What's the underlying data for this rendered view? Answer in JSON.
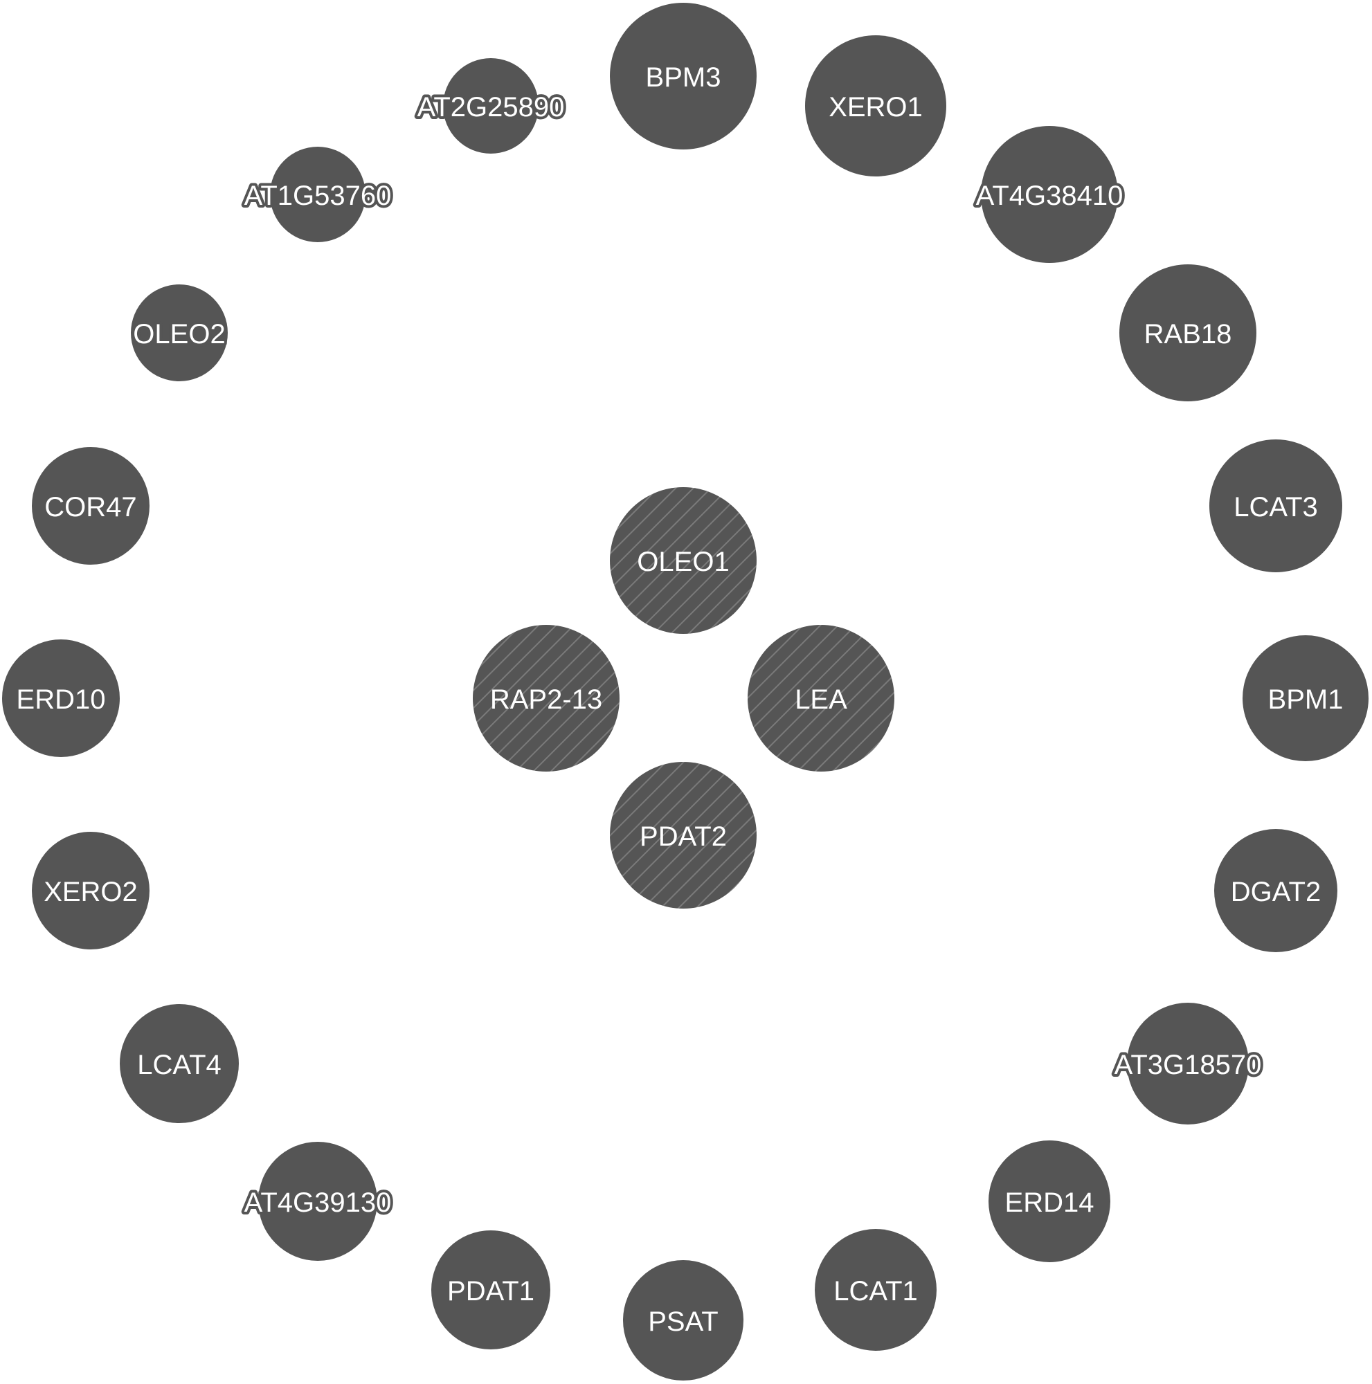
{
  "colors": {
    "node_fill": "#555555",
    "hatch_stroke": "#7a7a7a",
    "label": "#ffffff",
    "background": "#ffffff"
  },
  "center_nodes": [
    {
      "id": "OLEO1",
      "label": "OLEO1",
      "style": "hatched"
    },
    {
      "id": "RAP2-13",
      "label": "RAP2-13",
      "style": "hatched"
    },
    {
      "id": "LEA",
      "label": "LEA",
      "style": "hatched"
    },
    {
      "id": "PDAT2",
      "label": "PDAT2",
      "style": "hatched"
    }
  ],
  "ring_nodes": [
    {
      "id": "BPM3",
      "label": "BPM3"
    },
    {
      "id": "XERO1",
      "label": "XERO1"
    },
    {
      "id": "AT4G38410",
      "label": "AT4G38410"
    },
    {
      "id": "RAB18",
      "label": "RAB18"
    },
    {
      "id": "LCAT3",
      "label": "LCAT3"
    },
    {
      "id": "BPM1",
      "label": "BPM1"
    },
    {
      "id": "DGAT2",
      "label": "DGAT2"
    },
    {
      "id": "AT3G18570",
      "label": "AT3G18570"
    },
    {
      "id": "ERD14",
      "label": "ERD14"
    },
    {
      "id": "LCAT1",
      "label": "LCAT1"
    },
    {
      "id": "PSAT",
      "label": "PSAT"
    },
    {
      "id": "PDAT1",
      "label": "PDAT1"
    },
    {
      "id": "AT4G39130",
      "label": "AT4G39130"
    },
    {
      "id": "LCAT4",
      "label": "LCAT4"
    },
    {
      "id": "XERO2",
      "label": "XERO2"
    },
    {
      "id": "ERD10",
      "label": "ERD10"
    },
    {
      "id": "COR47",
      "label": "COR47"
    },
    {
      "id": "OLEO2",
      "label": "OLEO2"
    },
    {
      "id": "AT1G53760",
      "label": "AT1G53760"
    },
    {
      "id": "AT2G25890",
      "label": "AT2G25890"
    }
  ]
}
